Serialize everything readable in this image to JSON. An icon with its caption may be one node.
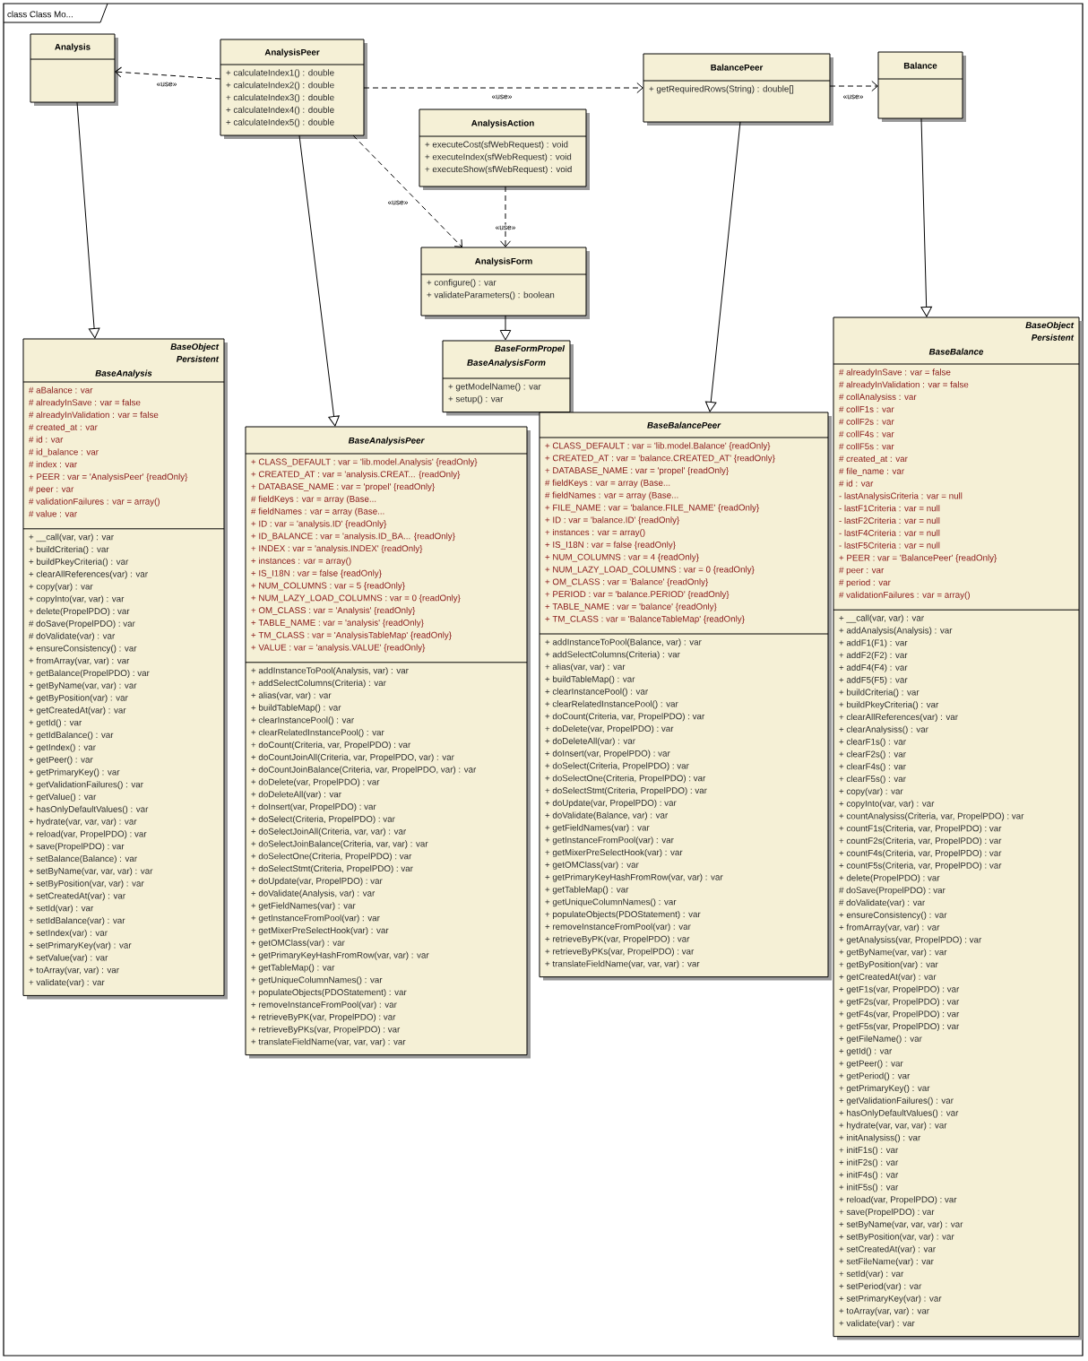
{
  "diagram": {
    "title": "class Class Mo...",
    "nodes": [
      {
        "text": [
          "Analysis"
        ]
      },
      {
        "text": [
          "AnalysisPeer",
          "+ calculateIndex1() : double",
          "+ calculateIndex2() : double",
          "+ calculateIndex3() : double",
          "+ calculateIndex4() : double",
          "+ calculateIndex5() : double"
        ]
      },
      {
        "text": [
          "AnalysisAction",
          "+ executeCost(sfWebRequest) : void",
          "+ executeIndex(sfWebRequest) : void",
          "+ executeShow(sfWebRequest) : void"
        ]
      },
      {
        "text": [
          "AnalysisForm",
          "+ configure() : var",
          "+ validateParameters() : boolean"
        ]
      },
      {
        "text": [
          "BaseFormPropel",
          "BaseAnalysisForm",
          "+ getModelName() : var",
          "+ setup() : var"
        ]
      },
      {
        "text": [
          "BalancePeer",
          "+ getRequiredRows(String) : double[]"
        ]
      },
      {
        "text": [
          "Balance"
        ]
      },
      {
        "text": [
          "BaseObject",
          "Persistent",
          "BaseAnalysis",
          "# aBalance : var",
          "# alreadyInSave : var = false",
          "# alreadyInValidation : var = false",
          "# created_at : var",
          "# id : var",
          "# id_balance : var",
          "# index : var",
          "+ PEER : var = 'AnalysisPeer' {readOnly}",
          "# peer : var",
          "# validationFailures : var = array()",
          "# value : var",
          "+ __call(var, var) : var",
          "+ buildCriteria() : var",
          "+ buildPkeyCriteria() : var",
          "+ clearAllReferences(var) : var",
          "+ copy(var) : var",
          "+ copyInto(var, var) : var",
          "+ delete(PropelPDO) : var",
          "# doSave(PropelPDO) : var",
          "# doValidate(var) : var",
          "+ ensureConsistency() : var",
          "+ fromArray(var, var) : var",
          "+ getBalance(PropelPDO) : var",
          "+ getByName(var, var) : var",
          "+ getByPosition(var) : var",
          "+ getCreatedAt(var) : var",
          "+ getId() : var",
          "+ getIdBalance() : var",
          "+ getIndex() : var",
          "+ getPeer() : var",
          "+ getPrimaryKey() : var",
          "+ getValidationFailures() : var",
          "+ getValue() : var",
          "+ hasOnlyDefaultValues() : var",
          "+ hydrate(var, var, var) : var",
          "+ reload(var, PropelPDO) : var",
          "+ save(PropelPDO) : var",
          "+ setBalance(Balance) : var",
          "+ setByName(var, var, var) : var",
          "+ setByPosition(var, var) : var",
          "+ setCreatedAt(var) : var",
          "+ setId(var) : var",
          "+ setIdBalance(var) : var",
          "+ setIndex(var) : var",
          "+ setPrimaryKey(var) : var",
          "+ setValue(var) : var",
          "+ toArray(var, var) : var",
          "+ validate(var) : var"
        ]
      },
      {
        "text": [
          "BaseAnalysisPeer",
          "+ CLASS_DEFAULT : var = 'lib.model.Analysis' {readOnly}",
          "+ CREATED_AT : var = 'analysis.CREAT... {readOnly}",
          "+ DATABASE_NAME : var = 'propel' {readOnly}",
          "# fieldKeys : var = array (Base...",
          "# fieldNames : var = array (Base...",
          "+ ID : var = 'analysis.ID' {readOnly}",
          "+ ID_BALANCE : var = 'analysis.ID_BA... {readOnly}",
          "+ INDEX : var = 'analysis.INDEX' {readOnly}",
          "+ instances : var = array()",
          "+ IS_I18N : var = false {readOnly}",
          "+ NUM_COLUMNS : var = 5 {readOnly}",
          "+ NUM_LAZY_LOAD_COLUMNS : var = 0 {readOnly}",
          "+ OM_CLASS : var = 'Analysis' {readOnly}",
          "+ TABLE_NAME : var = 'analysis' {readOnly}",
          "+ TM_CLASS : var = 'AnalysisTableMap' {readOnly}",
          "+ VALUE : var = 'analysis.VALUE' {readOnly}",
          "+ addInstanceToPool(Analysis, var) : var",
          "+ addSelectColumns(Criteria) : var",
          "+ alias(var, var) : var",
          "+ buildTableMap() : var",
          "+ clearInstancePool() : var",
          "+ clearRelatedInstancePool() : var",
          "+ doCount(Criteria, var, PropelPDO) : var",
          "+ doCountJoinAll(Criteria, var, PropelPDO, var) : var",
          "+ doCountJoinBalance(Criteria, var, PropelPDO, var) : var",
          "+ doDelete(var, PropelPDO) : var",
          "+ doDeleteAll(var) : var",
          "+ doInsert(var, PropelPDO) : var",
          "+ doSelect(Criteria, PropelPDO) : var",
          "+ doSelectJoinAll(Criteria, var, var) : var",
          "+ doSelectJoinBalance(Criteria, var, var) : var",
          "+ doSelectOne(Criteria, PropelPDO) : var",
          "+ doSelectStmt(Criteria, PropelPDO) : var",
          "+ doUpdate(var, PropelPDO) : var",
          "+ doValidate(Analysis, var) : var",
          "+ getFieldNames(var) : var",
          "+ getInstanceFromPool(var) : var",
          "+ getMixerPreSelectHook(var) : var",
          "+ getOMClass(var) : var",
          "+ getPrimaryKeyHashFromRow(var, var) : var",
          "+ getTableMap() : var",
          "+ getUniqueColumnNames() : var",
          "+ populateObjects(PDOStatement) : var",
          "+ removeInstanceFromPool(var) : var",
          "+ retrieveByPK(var, PropelPDO) : var",
          "+ retrieveByPKs(var, PropelPDO) : var",
          "+ translateFieldName(var, var, var) : var"
        ]
      },
      {
        "text": [
          "BaseBalancePeer",
          "+ CLASS_DEFAULT : var = 'lib.model.Balance' {readOnly}",
          "+ CREATED_AT : var = 'balance.CREATED_AT' {readOnly}",
          "+ DATABASE_NAME : var = 'propel' {readOnly}",
          "# fieldKeys : var = array (Base...",
          "# fieldNames : var = array (Base...",
          "+ FILE_NAME : var = 'balance.FILE_NAME' {readOnly}",
          "+ ID : var = 'balance.ID' {readOnly}",
          "+ instances : var = array()",
          "+ IS_I18N : var = false {readOnly}",
          "+ NUM_COLUMNS : var = 4 {readOnly}",
          "+ NUM_LAZY_LOAD_COLUMNS : var = 0 {readOnly}",
          "+ OM_CLASS : var = 'Balance' {readOnly}",
          "+ PERIOD : var = 'balance.PERIOD' {readOnly}",
          "+ TABLE_NAME : var = 'balance' {readOnly}",
          "+ TM_CLASS : var = 'BalanceTableMap' {readOnly}",
          "+ addInstanceToPool(Balance, var) : var",
          "+ addSelectColumns(Criteria) : var",
          "+ alias(var, var) : var",
          "+ buildTableMap() : var",
          "+ clearInstancePool() : var",
          "+ clearRelatedInstancePool() : var",
          "+ doCount(Criteria, var, PropelPDO) : var",
          "+ doDelete(var, PropelPDO) : var",
          "+ doDeleteAll(var) : var",
          "+ doInsert(var, PropelPDO) : var",
          "+ doSelect(Criteria, PropelPDO) : var",
          "+ doSelectOne(Criteria, PropelPDO) : var",
          "+ doSelectStmt(Criteria, PropelPDO) : var",
          "+ doUpdate(var, PropelPDO) : var",
          "+ doValidate(Balance, var) : var",
          "+ getFieldNames(var) : var",
          "+ getInstanceFromPool(var) : var",
          "+ getMixerPreSelectHook(var) : var",
          "+ getOMClass(var) : var",
          "+ getPrimaryKeyHashFromRow(var, var) : var",
          "+ getTableMap() : var",
          "+ getUniqueColumnNames() : var",
          "+ populateObjects(PDOStatement) : var",
          "+ removeInstanceFromPool(var) : var",
          "+ retrieveByPK(var, PropelPDO) : var",
          "+ retrieveByPKs(var, PropelPDO) : var",
          "+ translateFieldName(var, var, var) : var"
        ]
      },
      {
        "text": [
          "BaseObject",
          "Persistent",
          "BaseBalance",
          "# alreadyInSave : var = false",
          "# alreadyInValidation : var = false",
          "# collAnalysiss : var",
          "# collF1s : var",
          "# collF2s : var",
          "# collF4s : var",
          "# collF5s : var",
          "# created_at : var",
          "# file_name : var",
          "# id : var",
          "- lastAnalysisCriteria : var = null",
          "- lastF1Criteria : var = null",
          "- lastF2Criteria : var = null",
          "- lastF4Criteria : var = null",
          "- lastF5Criteria : var = null",
          "+ PEER : var = 'BalancePeer' {readOnly}",
          "# peer : var",
          "# period : var",
          "# validationFailures : var = array()",
          "+ __call(var, var) : var",
          "+ addAnalysis(Analysis) : var",
          "+ addF1(F1) : var",
          "+ addF2(F2) : var",
          "+ addF4(F4) : var",
          "+ addF5(F5) : var",
          "+ buildCriteria() : var",
          "+ buildPkeyCriteria() : var",
          "+ clearAllReferences(var) : var",
          "+ clearAnalysiss() : var",
          "+ clearF1s() : var",
          "+ clearF2s() : var",
          "+ clearF4s() : var",
          "+ clearF5s() : var",
          "+ copy(var) : var",
          "+ copyInto(var, var) : var",
          "+ countAnalysiss(Criteria, var, PropelPDO) : var",
          "+ countF1s(Criteria, var, PropelPDO) : var",
          "+ countF2s(Criteria, var, PropelPDO) : var",
          "+ countF4s(Criteria, var, PropelPDO) : var",
          "+ countF5s(Criteria, var, PropelPDO) : var",
          "+ delete(PropelPDO) : var",
          "# doSave(PropelPDO) : var",
          "# doValidate(var) : var",
          "+ ensureConsistency() : var",
          "+ fromArray(var, var) : var",
          "+ getAnalysiss(var, PropelPDO) : var",
          "+ getByName(var, var) : var",
          "+ getByPosition(var) : var",
          "+ getCreatedAt(var) : var",
          "+ getF1s(var, PropelPDO) : var",
          "+ getF2s(var, PropelPDO) : var",
          "+ getF4s(var, PropelPDO) : var",
          "+ getF5s(var, PropelPDO) : var",
          "+ getFileName() : var",
          "+ getId() : var",
          "+ getPeer() : var",
          "+ getPeriod() : var",
          "+ getPrimaryKey() : var",
          "+ getValidationFailures() : var",
          "+ hasOnlyDefaultValues() : var",
          "+ hydrate(var, var, var) : var",
          "+ initAnalysiss() : var",
          "+ initF1s() : var",
          "+ initF2s() : var",
          "+ initF4s() : var",
          "+ initF5s() : var",
          "+ reload(var, PropelPDO) : var",
          "+ save(PropelPDO) : var",
          "+ setByName(var, var, var) : var",
          "+ setByPosition(var, var) : var",
          "+ setCreatedAt(var) : var",
          "+ setFileName(var) : var",
          "+ setId(var) : var",
          "+ setPeriod(var) : var",
          "+ setPrimaryKey(var) : var",
          "+ toArray(var, var) : var",
          "+ validate(var) : var"
        ]
      }
    ],
    "edges": [
      {
        "from": 1,
        "to": 0,
        "arrow": "to",
        "style": "dashed",
        "label": "«use»"
      },
      {
        "from": 1,
        "to": 5,
        "arrow": "to",
        "style": "dashed",
        "label": "«use»"
      },
      {
        "from": 5,
        "to": 6,
        "arrow": "to",
        "style": "dashed",
        "label": "«use»"
      },
      {
        "from": 1,
        "to": 3,
        "arrow": "to",
        "style": "dashed",
        "label": "«use»"
      },
      {
        "from": 2,
        "to": 3,
        "arrow": "to",
        "style": "dashed",
        "label": "«use»"
      },
      {
        "from": 3,
        "to": 4,
        "arrow": "to"
      },
      {
        "from": 0,
        "to": 7,
        "arrow": "to"
      },
      {
        "from": 1,
        "to": 8,
        "arrow": "to"
      },
      {
        "from": 5,
        "to": 9,
        "arrow": "to"
      },
      {
        "from": 6,
        "to": 10,
        "arrow": "to"
      }
    ]
  }
}
